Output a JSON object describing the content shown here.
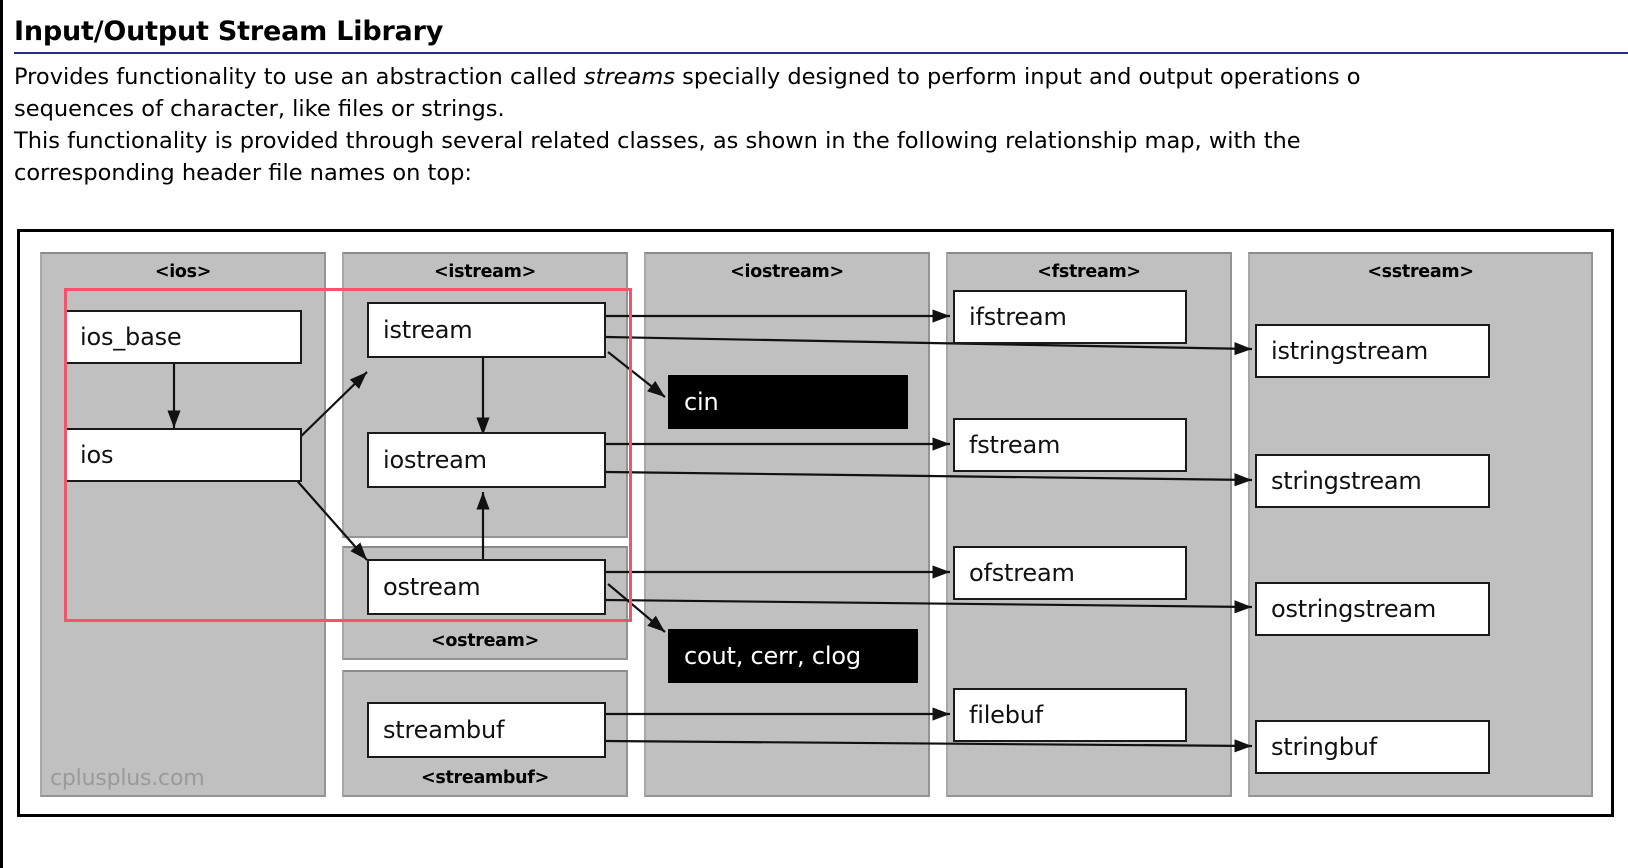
{
  "page": {
    "title": "Input/Output Stream Library",
    "accent_rule_color": "#2b2b8f",
    "paragraphs": [
      {
        "pre": "Provides functionality to use an abstraction called ",
        "em": "streams",
        "post": " specially designed to perform input and output operations o"
      },
      {
        "pre": "sequences of character, like files or strings.",
        "em": "",
        "post": ""
      },
      {
        "pre": "This functionality is provided through several related classes, as shown in the following relationship map, with the",
        "em": "",
        "post": ""
      },
      {
        "pre": "corresponding header file names on top:",
        "em": "",
        "post": ""
      }
    ]
  },
  "diagram": {
    "watermark": "cplusplus.com",
    "highlight_color": "#f2546a",
    "panel_color": "#c0c0c0",
    "columns": [
      {
        "id": "ios",
        "header": "<ios>",
        "header_pos": "top"
      },
      {
        "id": "istream",
        "header": "<istream>",
        "header_pos": "top"
      },
      {
        "id": "ostream",
        "header": "<ostream>",
        "header_pos": "bottom"
      },
      {
        "id": "streambuf",
        "header": "<streambuf>",
        "header_pos": "bottom"
      },
      {
        "id": "iostream",
        "header": "<iostream>",
        "header_pos": "top"
      },
      {
        "id": "fstream",
        "header": "<fstream>",
        "header_pos": "top"
      },
      {
        "id": "sstream",
        "header": "<sstream>",
        "header_pos": "top"
      }
    ],
    "nodes": [
      {
        "id": "ios_base",
        "label": "ios_base",
        "kind": "class"
      },
      {
        "id": "ios",
        "label": "ios",
        "kind": "class"
      },
      {
        "id": "istream",
        "label": "istream",
        "kind": "class"
      },
      {
        "id": "iostream",
        "label": "iostream",
        "kind": "class"
      },
      {
        "id": "ostream",
        "label": "ostream",
        "kind": "class"
      },
      {
        "id": "streambuf",
        "label": "streambuf",
        "kind": "class"
      },
      {
        "id": "cin",
        "label": "cin",
        "kind": "object"
      },
      {
        "id": "coutcerrclog",
        "label": "cout, cerr, clog",
        "kind": "object"
      },
      {
        "id": "ifstream",
        "label": "ifstream",
        "kind": "class"
      },
      {
        "id": "fstream",
        "label": "fstream",
        "kind": "class"
      },
      {
        "id": "ofstream",
        "label": "ofstream",
        "kind": "class"
      },
      {
        "id": "filebuf",
        "label": "filebuf",
        "kind": "class"
      },
      {
        "id": "istringstream",
        "label": "istringstream",
        "kind": "class"
      },
      {
        "id": "stringstream",
        "label": "stringstream",
        "kind": "class"
      },
      {
        "id": "ostringstream",
        "label": "ostringstream",
        "kind": "class"
      },
      {
        "id": "stringbuf",
        "label": "stringbuf",
        "kind": "class"
      }
    ],
    "edges": [
      {
        "from": "ios_base",
        "to": "ios"
      },
      {
        "from": "ios",
        "to": "istream"
      },
      {
        "from": "ios",
        "to": "ostream"
      },
      {
        "from": "istream",
        "to": "iostream"
      },
      {
        "from": "ostream",
        "to": "iostream"
      },
      {
        "from": "istream",
        "to": "cin"
      },
      {
        "from": "ostream",
        "to": "coutcerrclog"
      },
      {
        "from": "istream",
        "to": "ifstream"
      },
      {
        "from": "istream",
        "to": "istringstream"
      },
      {
        "from": "iostream",
        "to": "fstream"
      },
      {
        "from": "iostream",
        "to": "stringstream"
      },
      {
        "from": "ostream",
        "to": "ofstream"
      },
      {
        "from": "ostream",
        "to": "ostringstream"
      },
      {
        "from": "streambuf",
        "to": "filebuf"
      },
      {
        "from": "streambuf",
        "to": "stringbuf"
      }
    ]
  }
}
